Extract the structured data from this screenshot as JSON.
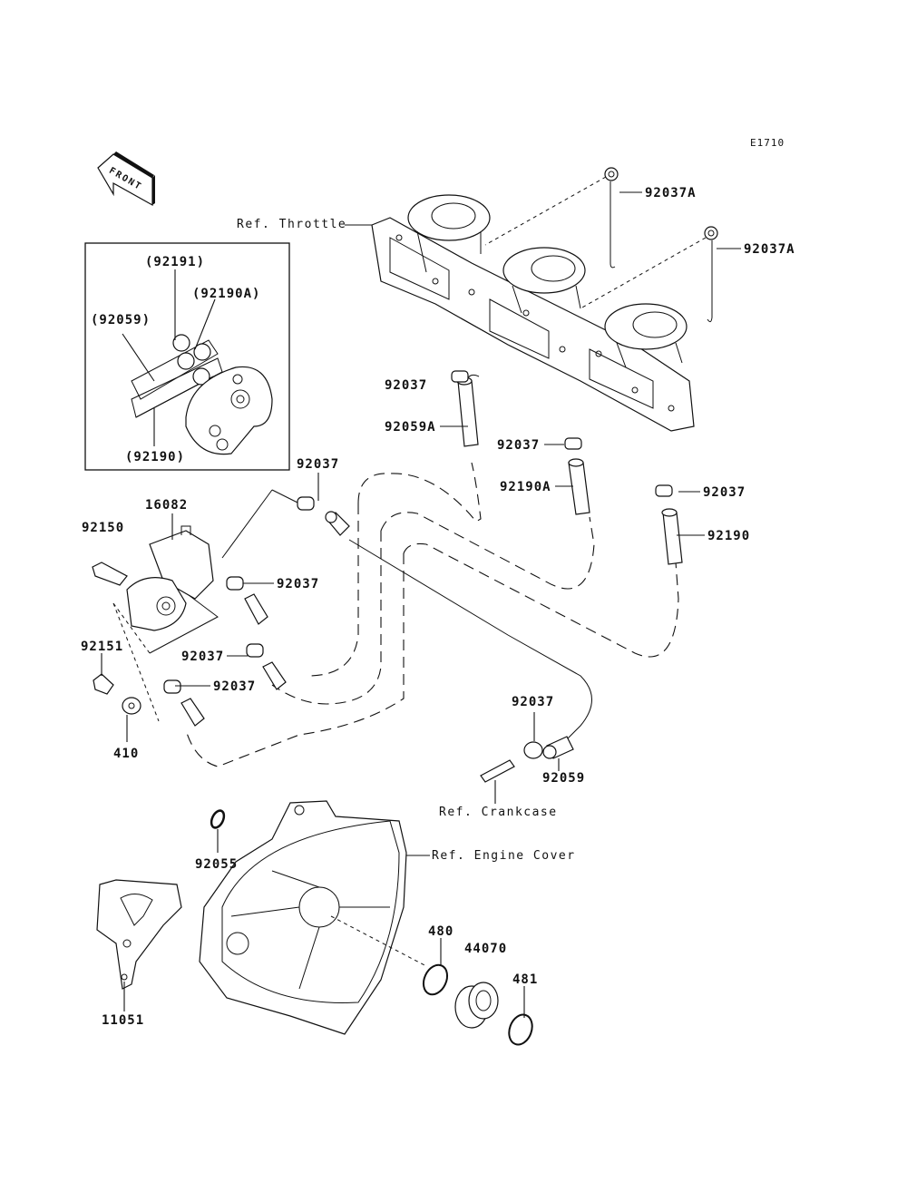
{
  "diagram": {
    "type": "exploded parts diagram",
    "code": "E1710",
    "orientation_badge": "FRONT",
    "references": {
      "throttle": "Ref. Throttle",
      "crankcase": "Ref. Crankcase",
      "engine_cover": "Ref. Engine Cover"
    },
    "inset_labels": {
      "p92191": "(92191)",
      "p92190A": "(92190A)",
      "p92059": "(92059)",
      "p92190": "(92190)"
    },
    "parts": {
      "clip_top_1": "92037A",
      "clip_top_2": "92037A",
      "clamp_a": "92037",
      "hose_a": "92059A",
      "clamp_b": "92037",
      "hose_b": "92190A",
      "clamp_c": "92037",
      "hose_c": "92190",
      "clamp_d": "92037",
      "pump": "16082",
      "bolt": "92150",
      "clamp_e": "92037",
      "clamp_f": "92037",
      "clamp_g": "92037",
      "bolt2": "92151",
      "washer": "410",
      "clamp_h": "92037",
      "hose_d": "92059",
      "oring": "92055",
      "bracket": "11051",
      "circlip_1": "480",
      "bearing": "44070",
      "circlip_2": "481"
    }
  }
}
